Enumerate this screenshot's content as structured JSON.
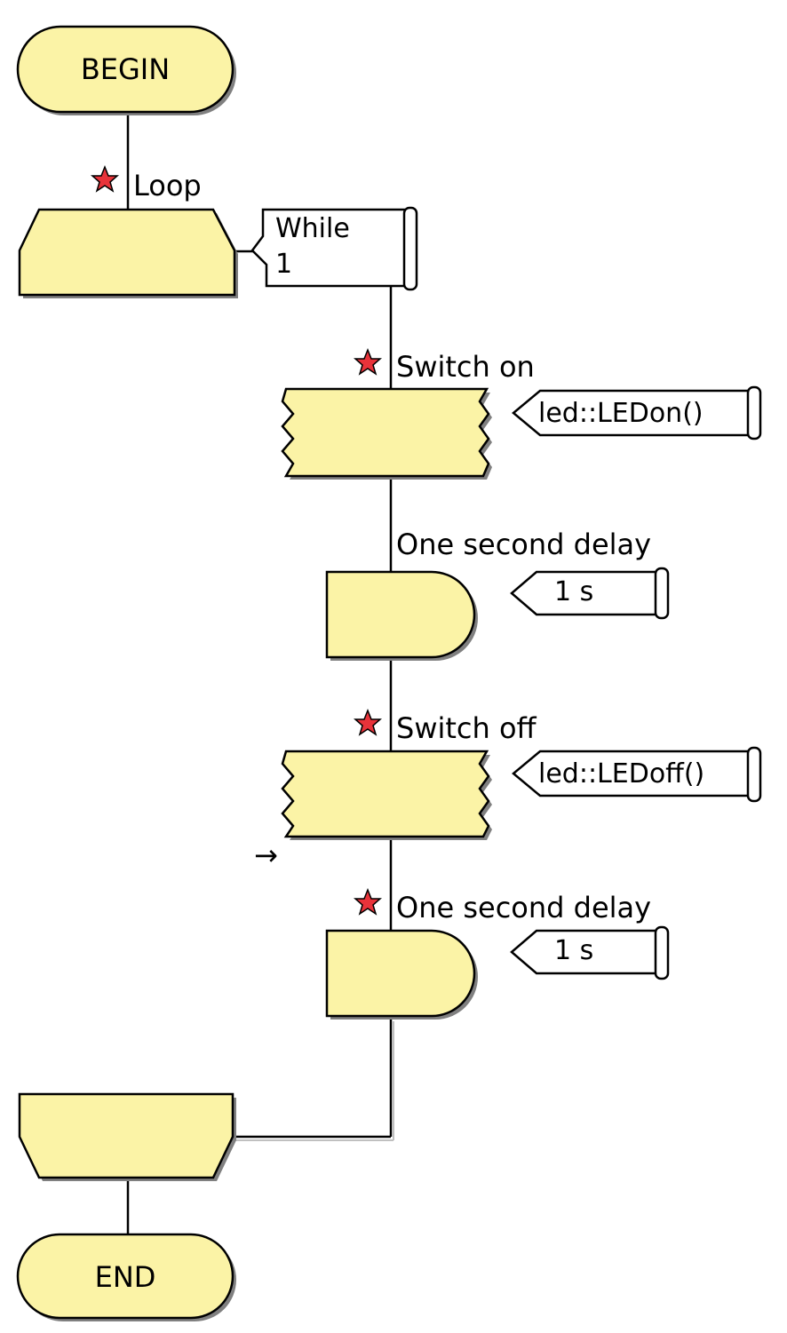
{
  "flowchart": {
    "begin_label": "BEGIN",
    "end_label": "END",
    "loop": {
      "label": "Loop",
      "condition_line1": "While",
      "condition_line2": "1"
    },
    "steps": [
      {
        "kind": "macro",
        "label": "Switch on",
        "tag": "led::LEDon()",
        "starred": true
      },
      {
        "kind": "delay",
        "label": "One second delay",
        "tag": "1 s",
        "starred": false
      },
      {
        "kind": "macro",
        "label": "Switch off",
        "tag": "led::LEDoff()",
        "starred": true
      },
      {
        "kind": "delay",
        "label": "One second delay",
        "tag": "1 s",
        "starred": true
      }
    ],
    "cursor_glyph": "→"
  },
  "colors": {
    "shape_fill": "#fbf3a6",
    "star_fill": "#e8333a",
    "tag_fill": "#ffffff"
  },
  "icons": [
    "breakpoint-star-icon",
    "cursor-arrow-icon"
  ]
}
